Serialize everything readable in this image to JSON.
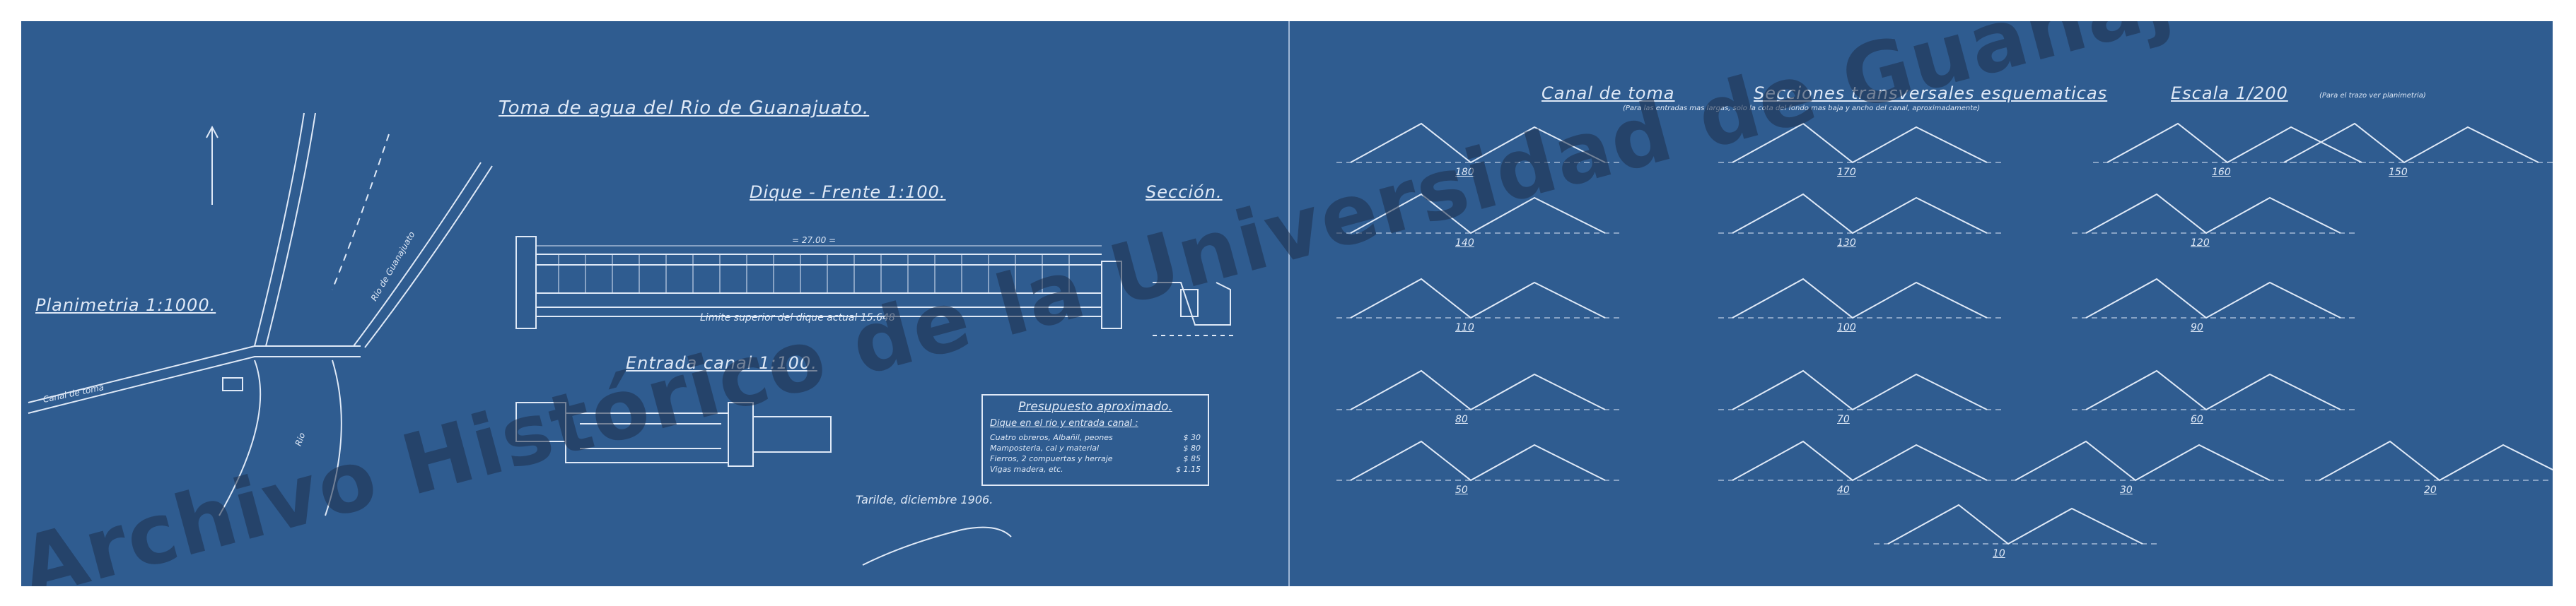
{
  "left_sheet": {
    "main_title": "Toma de agua del Rio de Guanajuato.",
    "dique_title": "Dique - Frente 1:100.",
    "seccion_title": "Sección.",
    "planimetria_label": "Planimetria 1:1000.",
    "entrada_title": "Entrada canal 1:100.",
    "dim_top": "= 27.00 =",
    "limite_text": "Limite superior del dique actual 15.648",
    "canal_label": "Canal de toma",
    "rio_label": "Rio",
    "guanajuato_label": "Rio de Guanajuato",
    "signature_place": "Tarilde, diciembre 1906.",
    "budget": {
      "title": "Presupuesto aproximado.",
      "subtitle": "Dique en el rio y entrada canal :",
      "rows": [
        {
          "label": "Cuatro obreros, Albañil, peones",
          "value": "$ 30"
        },
        {
          "label": "Mamposteria, cal y material",
          "value": "$ 80"
        },
        {
          "label": "Fierros, 2 compuertas y herraje",
          "value": "$ 85"
        },
        {
          "label": "Vigas madera, etc.",
          "value": "$ 1.15"
        }
      ]
    }
  },
  "right_sheet": {
    "title_canal": "Canal de toma",
    "title_secciones": "Secciones transversales esquematicas",
    "title_escala": "Escala 1/200",
    "subtitle": "(Para las entradas mas largas, solo la cota del fondo mas baja y ancho del canal, aproximadamente)",
    "note": "(Para el trazo ver planimetria)",
    "section_labels": [
      "180",
      "170",
      "160",
      "150",
      "140",
      "130",
      "120",
      "110",
      "100",
      "90",
      "80",
      "70",
      "60",
      "50",
      "40",
      "30",
      "20",
      "10"
    ]
  },
  "watermark": "Archivo Histórico de la Universidad de Guanajuato",
  "colors": {
    "paper": "#2f5c90",
    "ink": "#dfe9f7",
    "watermark": "#1d2f4c",
    "background": "#ffffff"
  }
}
